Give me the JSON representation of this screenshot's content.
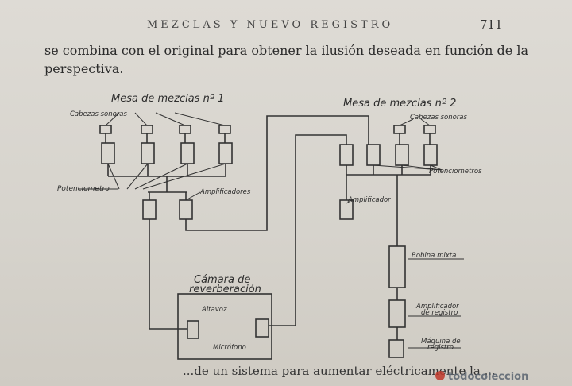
{
  "running_head": "MEZCLAS Y NUEVO REGISTRO",
  "page_number": "711",
  "paragraph": "se combina con el original para obtener la ilusión deseada en función de la perspectiva.",
  "diagram": {
    "mesa1_title": "Mesa de mezclas nº 1",
    "mesa2_title": "Mesa de mezclas nº 2",
    "cabezas1": "Cabezas sonoras",
    "cabezas2": "Cabezas sonoras",
    "potenciometro": "Potenciometro",
    "potenciometros": "Potenciometros",
    "amplificadores": "Amplificadores",
    "amplificador": "Amplificador",
    "camara_line1": "Cámara de",
    "camara_line2": "reverberación",
    "altavoz": "Altavoz",
    "microfono": "Micrófono",
    "bobina": "Bobina mixta",
    "ampreg_line1": "Amplificador",
    "ampreg_line2": "de registro",
    "maquina_line1": "Máquina de",
    "maquina_line2": "registro"
  },
  "caption": "...de un sistema para aumentar eléctricamente la ...",
  "watermark": "todocoleccion"
}
